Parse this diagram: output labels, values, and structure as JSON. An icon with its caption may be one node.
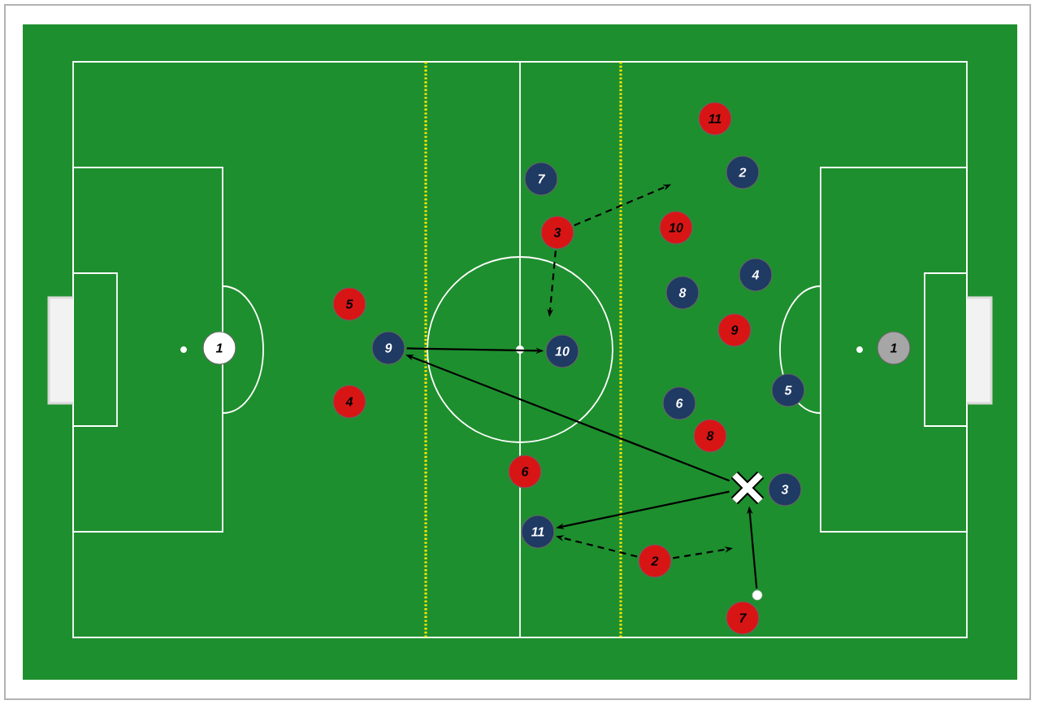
{
  "diagram": {
    "nodes": [
      {
        "text": [
          "1"
        ]
      },
      {
        "text": [
          "5"
        ]
      },
      {
        "text": [
          "4"
        ]
      },
      {
        "text": [
          "9"
        ]
      },
      {
        "text": [
          "7"
        ]
      },
      {
        "text": [
          "3"
        ]
      },
      {
        "text": [
          "10"
        ]
      },
      {
        "text": [
          "6"
        ]
      },
      {
        "text": [
          "11"
        ]
      },
      {
        "text": [
          "11"
        ]
      },
      {
        "text": [
          "2"
        ]
      },
      {
        "text": [
          "10"
        ]
      },
      {
        "text": [
          "8"
        ]
      },
      {
        "text": [
          "4"
        ]
      },
      {
        "text": [
          "9"
        ]
      },
      {
        "text": [
          "6"
        ]
      },
      {
        "text": [
          "5"
        ]
      },
      {
        "text": [
          "8"
        ]
      },
      {
        "text": [
          "2"
        ]
      },
      {
        "text": [],
        "shape": "cross"
      },
      {
        "text": [
          "3"
        ]
      },
      {
        "text": [],
        "shape": "circle"
      },
      {
        "text": [
          "7"
        ]
      },
      {
        "text": [
          "1"
        ]
      }
    ],
    "edges": [
      {
        "from": 5,
        "to": null,
        "arrow": "to",
        "style": "dashed"
      },
      {
        "from": 5,
        "to": null,
        "arrow": "to",
        "style": "dashed"
      },
      {
        "from": 19,
        "to": 3,
        "arrow": "to"
      },
      {
        "from": 3,
        "to": 6,
        "arrow": "to"
      },
      {
        "from": 19,
        "to": 8,
        "arrow": "to"
      },
      {
        "from": 21,
        "to": 19,
        "arrow": "to"
      },
      {
        "from": 18,
        "to": 8,
        "arrow": "to",
        "style": "dashed"
      },
      {
        "from": 18,
        "to": null,
        "arrow": "to",
        "style": "dashed"
      }
    ]
  }
}
